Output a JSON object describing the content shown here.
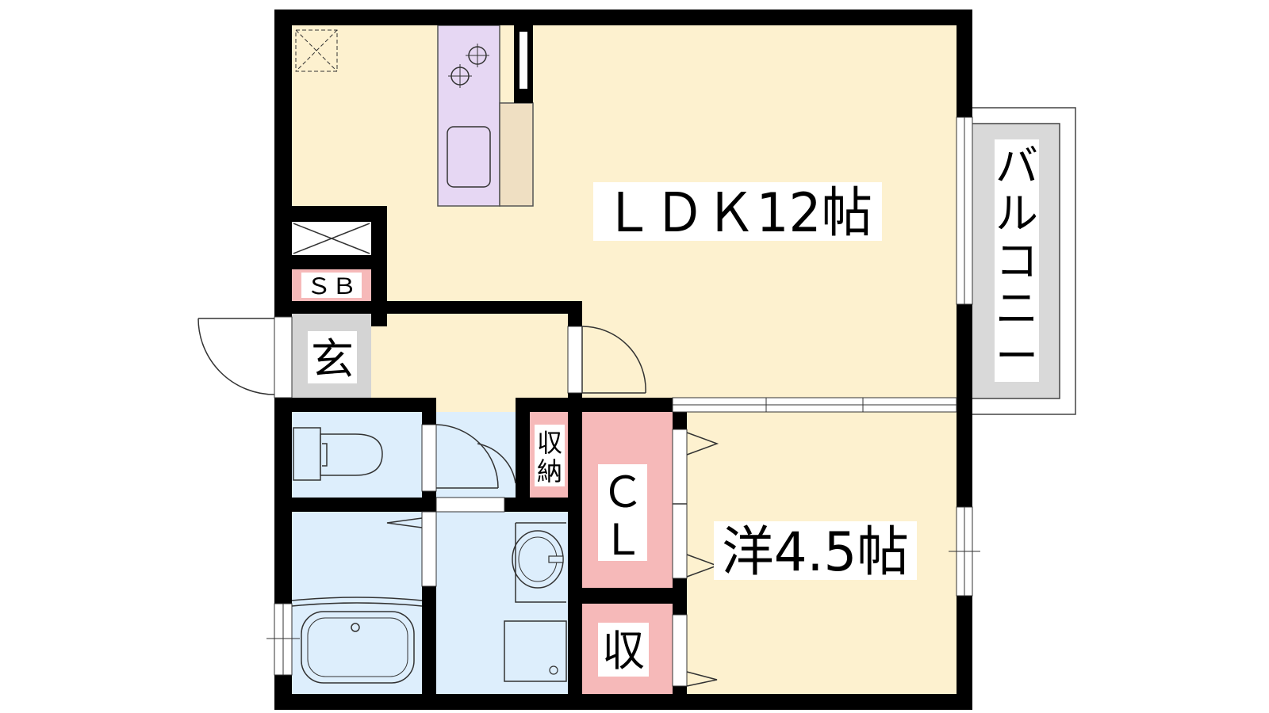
{
  "floorplan": {
    "rooms": {
      "ldk": {
        "label": "ＬＤＫ12帖"
      },
      "western": {
        "label": "洋4.5帖"
      },
      "balcony": {
        "label": [
          "バ",
          "ル",
          "コ",
          "ニ",
          "ー"
        ]
      },
      "entrance": {
        "label": "玄"
      },
      "shoe_box": {
        "label": "ＳＢ"
      },
      "closet": {
        "label": [
          "Ｃ",
          "Ｌ"
        ]
      },
      "storage_small": {
        "label": [
          "収",
          "納"
        ]
      },
      "storage_bottom": {
        "label": "収"
      }
    }
  },
  "colors": {
    "wall": "#000000",
    "ldk_floor": "#fdf1cf",
    "wet_area": "#ddeefc",
    "closet": "#f6b9b9",
    "balcony": "#d9d9d9",
    "stove": "#e6d7f3",
    "counter": "#efdfc2",
    "entrance": "#d4d4d4"
  }
}
